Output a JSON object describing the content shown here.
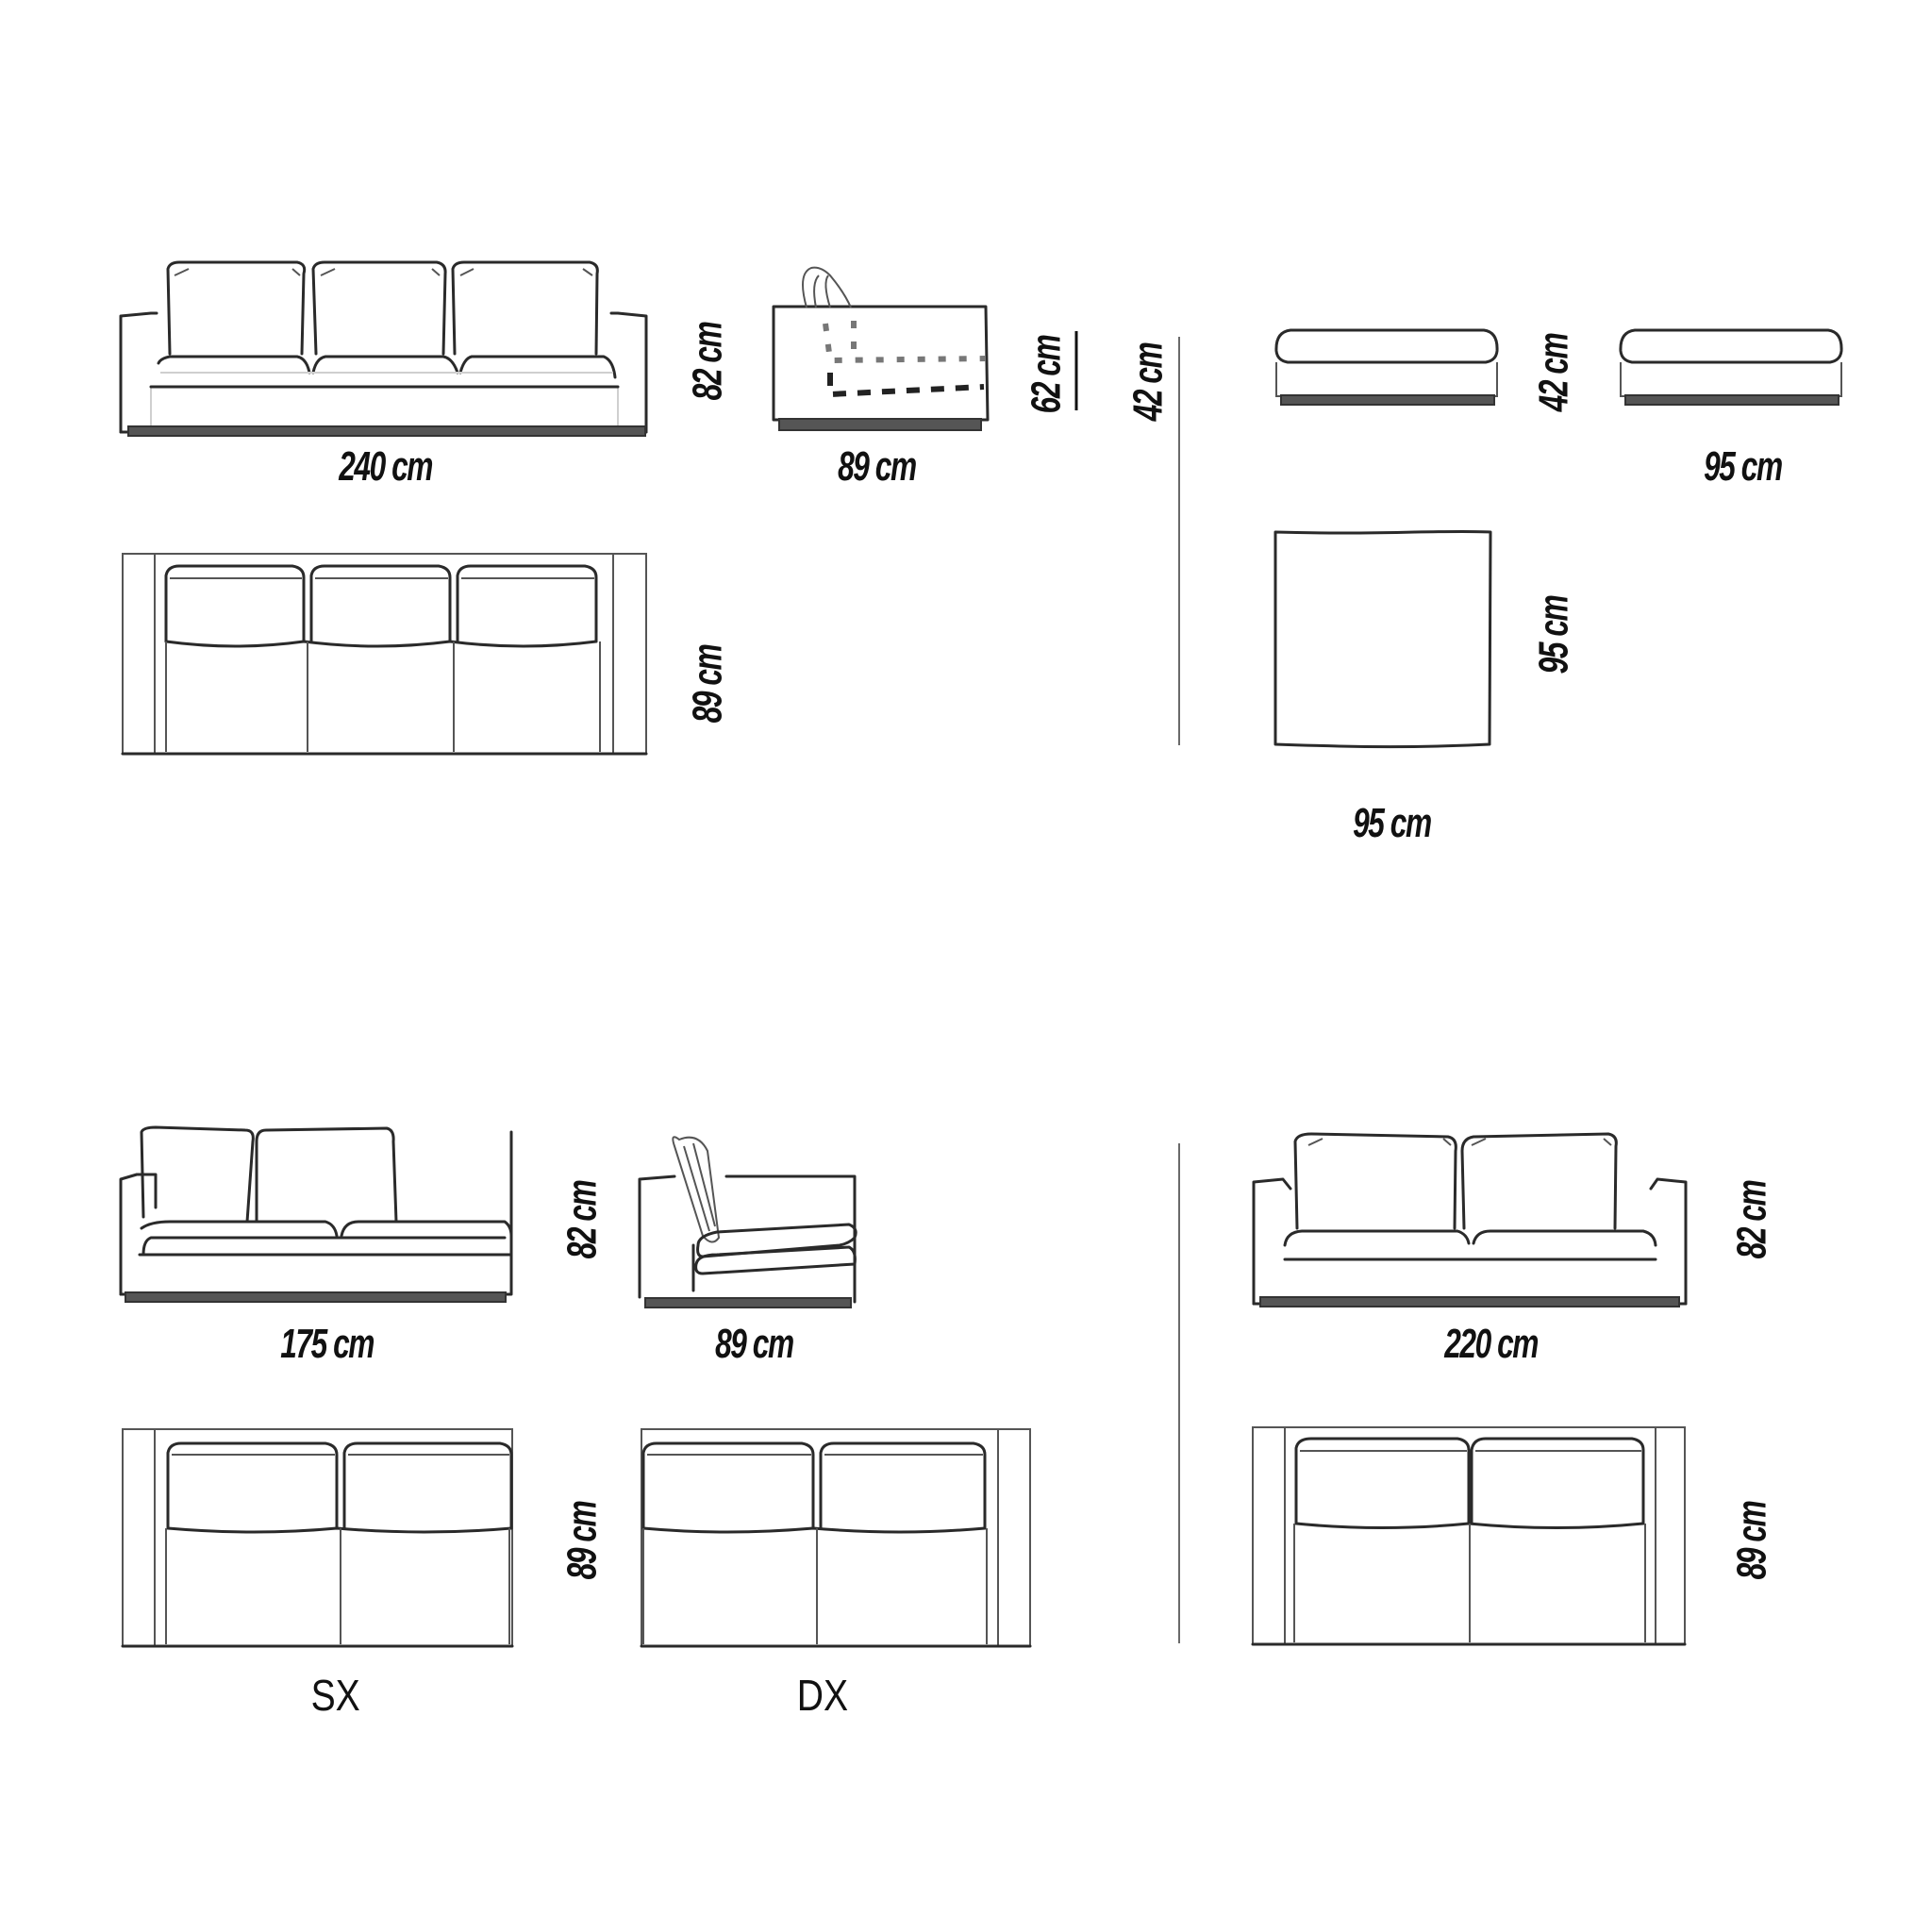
{
  "title": "Modular sofa dimension sheet",
  "colors": {
    "line": "#2a2a2a",
    "background": "#ffffff",
    "divider": "#6a6a6a"
  },
  "units": "cm",
  "modules": [
    {
      "id": "three-seater",
      "front_view": {
        "width": "240 cm",
        "height": "82 cm",
        "seats": 3
      },
      "top_view": {
        "depth": "89 cm",
        "seats": 3
      }
    },
    {
      "id": "side-profile",
      "side_view": {
        "depth": "89 cm",
        "back_height": "62 cm",
        "seat_height": "42 cm"
      }
    },
    {
      "id": "pouf",
      "front_view": {
        "height": "42 cm",
        "width": "95 cm"
      },
      "top_view": {
        "depth": "95 cm",
        "width": "95 cm"
      }
    },
    {
      "id": "two-seater-terminal",
      "front_view": {
        "width": "175 cm",
        "height": "82 cm",
        "seats": 2
      },
      "side_view": {
        "depth": "89 cm"
      },
      "top_views": [
        {
          "variant": "SX",
          "depth": "89 cm"
        },
        {
          "variant": "DX"
        }
      ]
    },
    {
      "id": "two-seater",
      "front_view": {
        "width": "220 cm",
        "height": "82 cm",
        "seats": 2
      },
      "top_view": {
        "depth": "89 cm",
        "seats": 2
      }
    }
  ],
  "labels": {
    "sofa3_width": "240 cm",
    "sofa3_height": "82 cm",
    "sofa3_depth": "89 cm",
    "side_depth": "89 cm",
    "side_back": "62 cm",
    "side_seat": "42 cm",
    "pouf_height": "42 cm",
    "pouf_width": "95 cm",
    "pouf_top_depth": "95 cm",
    "pouf_top_width": "95 cm",
    "sofa2t_width": "175 cm",
    "sofa2t_height": "82 cm",
    "sofa2t_side_depth": "89 cm",
    "sofa2t_top_depth": "89 cm",
    "variant_sx": "SX",
    "variant_dx": "DX",
    "sofa2_width": "220 cm",
    "sofa2_height": "82 cm",
    "sofa2_depth": "89 cm"
  }
}
